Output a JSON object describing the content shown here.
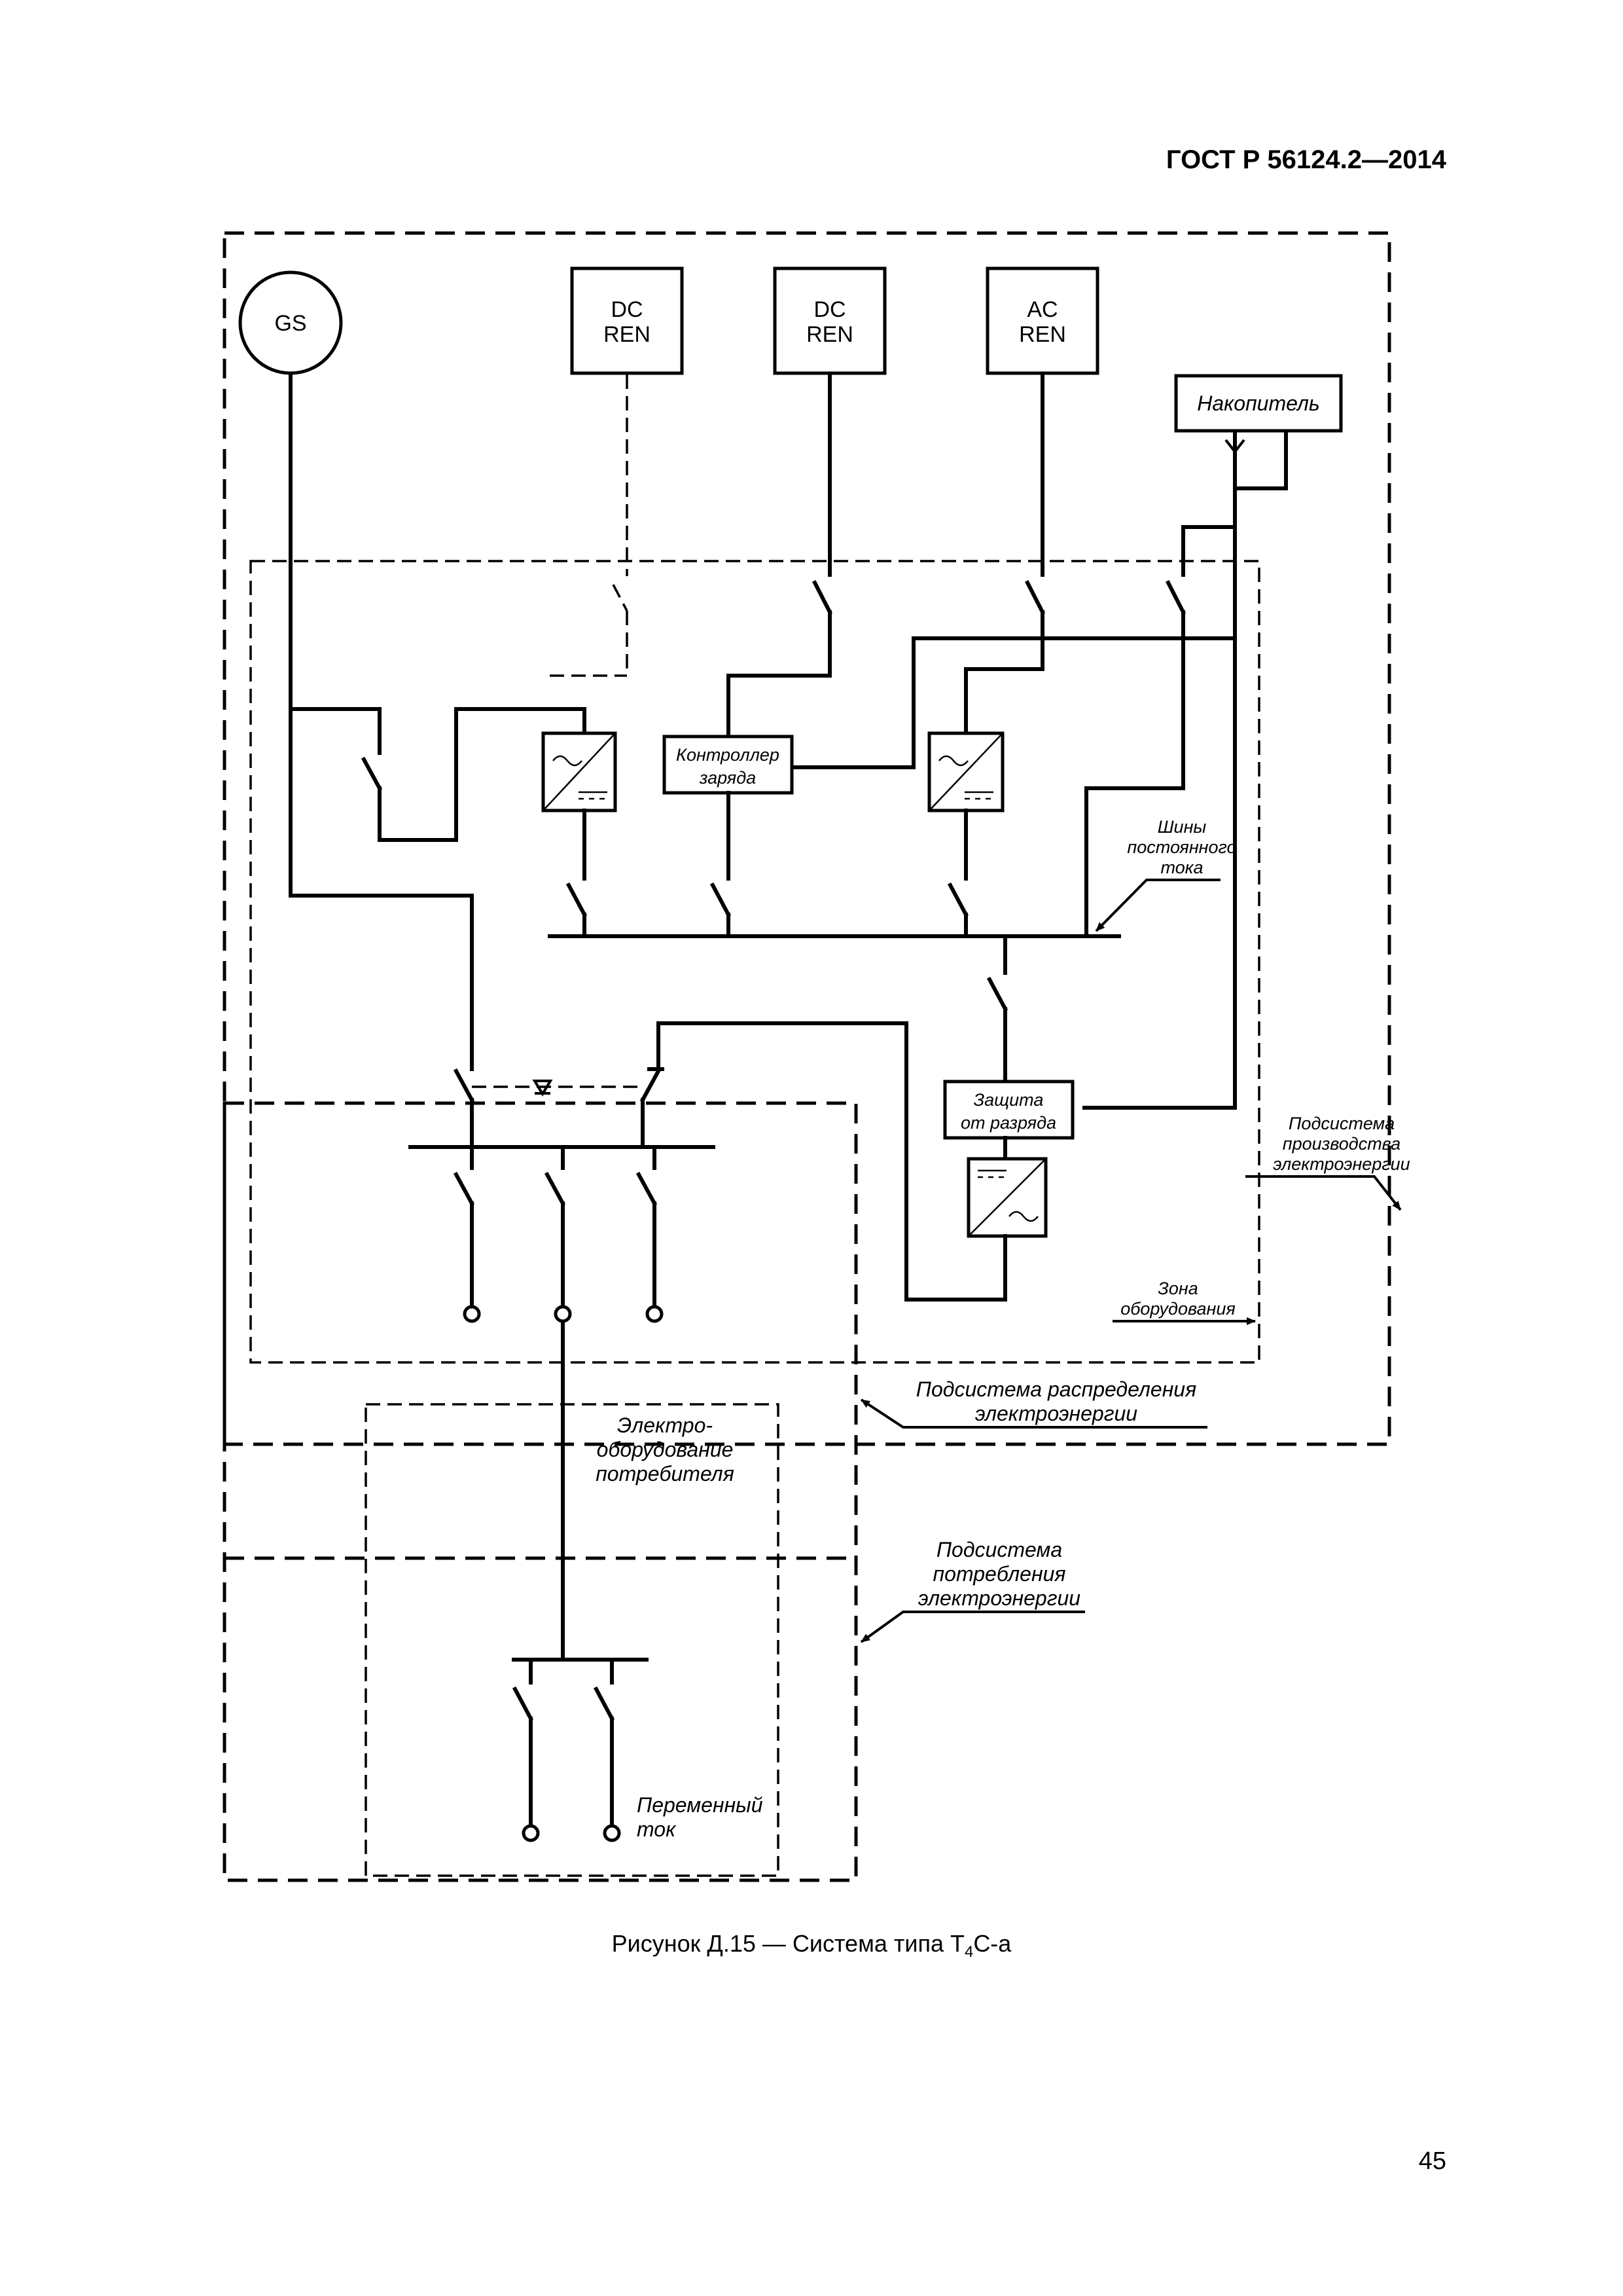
{
  "header": {
    "standard": "ГОСТ Р 56124.2—2014"
  },
  "diagram": {
    "sources": {
      "generator": "GS",
      "dc_ren_1": [
        "DC",
        "REN"
      ],
      "dc_ren_2": [
        "DC",
        "REN"
      ],
      "ac_ren": [
        "AC",
        "REN"
      ],
      "storage": "Накопитель"
    },
    "blocks": {
      "charge_controller": [
        "Контроллер",
        "заряда"
      ],
      "discharge_protection": [
        "Защита",
        "от разряда"
      ]
    },
    "labels": {
      "dc_bus": [
        "Шины",
        "постоянного",
        "тока"
      ],
      "generation_subsystem": [
        "Подсистема",
        "производства",
        "электроэнергии"
      ],
      "equipment_zone": [
        "Зона",
        "оборудования"
      ],
      "distribution_subsystem": [
        "Подсистема распределения",
        "электроэнергии"
      ],
      "consumer_equipment": [
        "Электро-",
        "оборудование",
        "потребителя"
      ],
      "consumption_subsystem": [
        "Подсистема",
        "потребления",
        "электроэнергии"
      ],
      "alternating_current": [
        "Переменный",
        "ток"
      ]
    }
  },
  "caption": {
    "prefix": "Рисунок Д.15 — Система типа Т",
    "subscript": "4",
    "suffix": "С-а"
  },
  "page_number": "45"
}
